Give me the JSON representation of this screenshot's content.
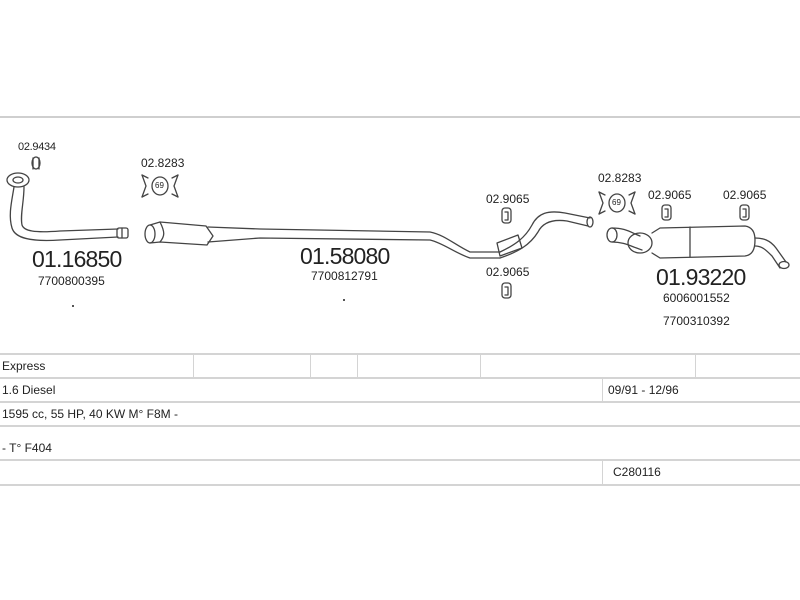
{
  "parts": {
    "p1_clamp": "02.9434",
    "p1_main": "01.16850",
    "p1_oem": "7700800395",
    "gasket_a": "02.8283",
    "gasket_a_badge": "69",
    "p2_main": "01.58080",
    "p2_oem": "7700812791",
    "hanger_a": "02.9065",
    "hanger_b": "02.9065",
    "gasket_b": "02.8283",
    "gasket_b_badge": "69",
    "hanger_c": "02.9065",
    "hanger_d": "02.9065",
    "p3_main": "01.93220",
    "p3_oem1": "6006001552",
    "p3_oem2": "7700310392"
  },
  "table": {
    "r1": {
      "c1": "Express"
    },
    "r2": {
      "c1": "1.6 Diesel",
      "c2": "09/91 - 12/96"
    },
    "r3": {
      "c1": "1595 cc, 55 HP, 40 KW M° F8M -"
    },
    "r4": {
      "c1": "- T° F404"
    },
    "r5": {
      "c2": "C280116"
    }
  }
}
